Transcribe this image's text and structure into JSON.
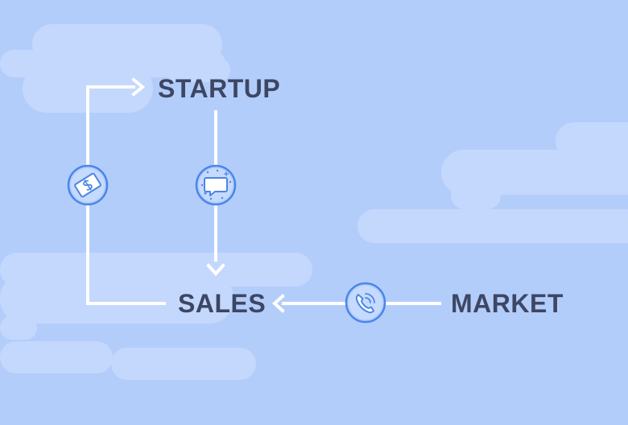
{
  "nodes": {
    "startup": "STARTUP",
    "sales": "SALES",
    "market": "MARKET"
  },
  "edges": [
    {
      "from": "sales",
      "to": "startup",
      "icon": "money-icon"
    },
    {
      "from": "startup",
      "to": "sales",
      "icon": "chat-bubble-icon"
    },
    {
      "from": "market",
      "to": "sales",
      "icon": "phone-icon"
    }
  ],
  "colors": {
    "background": "#b3cdfb",
    "cloud": "#c3d8fc",
    "arrow": "#ffffff",
    "icon_stroke": "#4a86e8",
    "label": "#3d4663"
  }
}
